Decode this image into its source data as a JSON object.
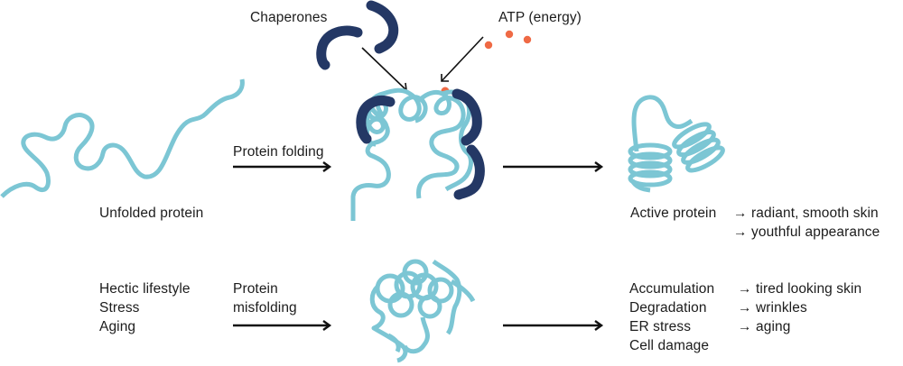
{
  "diagram": {
    "title": "Protein folding with chaperones and ATP",
    "colors": {
      "protein": "#7cc6d4",
      "chaperone": "#243865",
      "atp": "#ef6a45",
      "arrow": "#111111"
    },
    "top_row": {
      "chaperones_label": "Chaperones",
      "atp_label": "ATP (energy)",
      "unfolded_label": "Unfolded protein",
      "folding_label": "Protein folding",
      "active_label": "Active protein",
      "outcomes": [
        "→ radiant, smooth skin",
        "→ youthful appearance"
      ]
    },
    "bottom_row": {
      "causes": [
        "Hectic lifestyle",
        "Stress",
        "Aging"
      ],
      "misfolding_label": [
        "Protein",
        "misfolding"
      ],
      "effects": [
        "Accumulation",
        "Degradation",
        "ER stress",
        "Cell damage"
      ],
      "outcomes": [
        "→ tired looking skin",
        "→ wrinkles",
        "→ aging"
      ]
    }
  }
}
